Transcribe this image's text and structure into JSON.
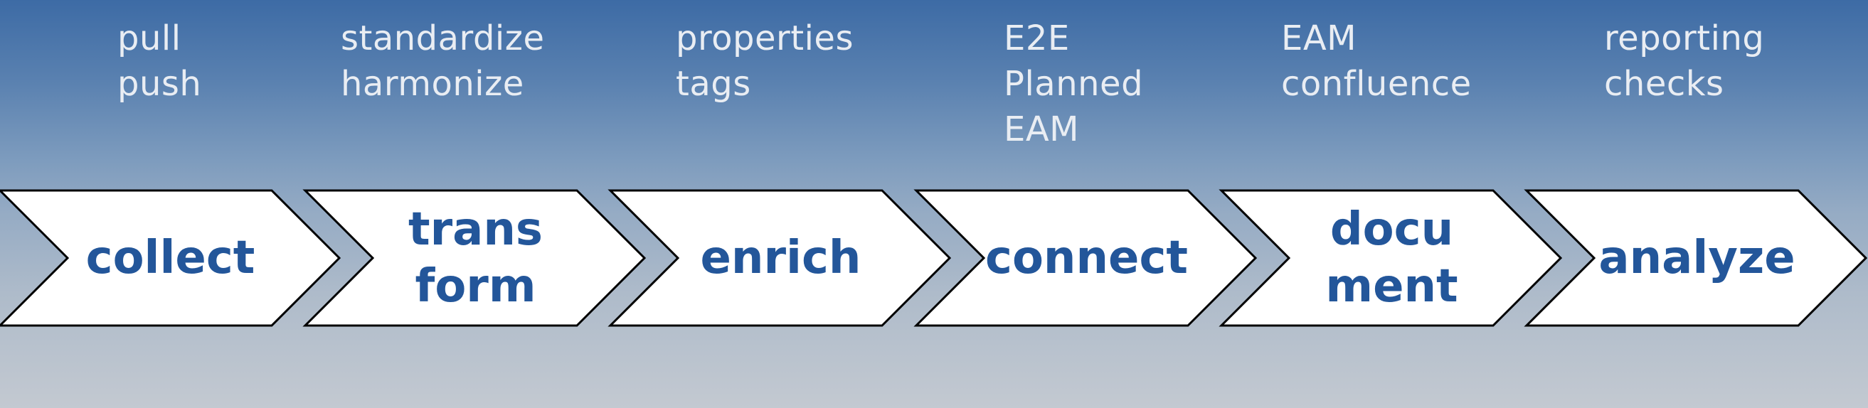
{
  "steps": [
    {
      "title": "collect",
      "notes": [
        "pull",
        "push"
      ]
    },
    {
      "title": "trans\nform",
      "notes": [
        "standardize",
        "harmonize"
      ]
    },
    {
      "title": "enrich",
      "notes": [
        "properties",
        "tags"
      ]
    },
    {
      "title": "connect",
      "notes": [
        "E2E",
        "Planned",
        "EAM"
      ]
    },
    {
      "title": "docu\nment",
      "notes": [
        "EAM",
        "confluence"
      ]
    },
    {
      "title": "analyze",
      "notes": [
        "reporting",
        "checks"
      ]
    }
  ],
  "colors": {
    "chevron_fill": "#ffffff",
    "chevron_stroke": "#000000",
    "title_text": "#23569a",
    "note_text": "#e9edf3"
  }
}
